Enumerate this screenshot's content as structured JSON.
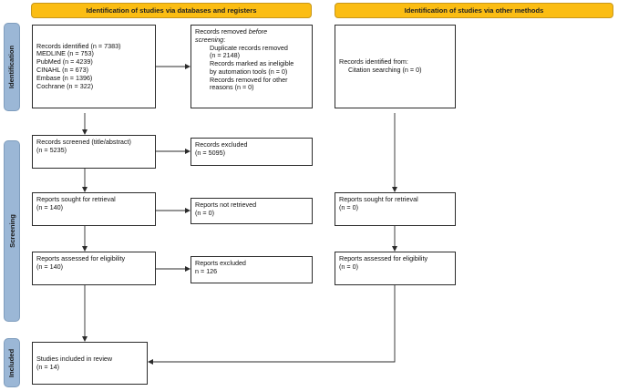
{
  "headers": {
    "databases": "Identification of studies via databases and registers",
    "other": "Identification of studies via other methods"
  },
  "phases": {
    "identification": "Identification",
    "screening": "Screening",
    "included": "Included"
  },
  "boxes": {
    "identified": {
      "lines": [
        "Records identified (n = 7383)",
        "MEDLINE (n = 753)",
        "PubMed (n = 4239)",
        "CINAHL (n = 673)",
        "Embase (n = 1396)",
        "Cochrane (n = 322)"
      ]
    },
    "removed": {
      "line1": "Records removed ",
      "line1_italic": "before",
      "line2_italic": "screening",
      "line2_tail": ":",
      "sub": [
        "Duplicate records removed",
        "(n = 2148)",
        "Records marked as ineligible",
        "by automation tools (n = 0)",
        "Records removed for other",
        "reasons (n = 0)"
      ]
    },
    "other_identified": {
      "lines": [
        "Records identified from:",
        "Citation searching (n = 0)"
      ]
    },
    "screened": {
      "lines": [
        "Records screened (title/abstract)",
        "(n = 5235)"
      ]
    },
    "excluded": {
      "lines": [
        "Records excluded",
        "(n = 5095)"
      ]
    },
    "sought": {
      "lines": [
        "Reports sought for retrieval",
        "(n = 140)"
      ]
    },
    "not_retrieved": {
      "lines": [
        "Reports not retrieved",
        "(n = 0)"
      ]
    },
    "other_sought": {
      "lines": [
        "Reports sought for retrieval",
        "(n = 0)"
      ]
    },
    "assessed": {
      "lines": [
        "Reports assessed for eligibility",
        "(n = 140)"
      ]
    },
    "reports_excluded": {
      "lines": [
        "Reports excluded",
        "n = 126"
      ]
    },
    "other_assessed": {
      "lines": [
        "Reports assessed for eligibility",
        "(n = 0)"
      ]
    },
    "included": {
      "lines": [
        "Studies included in review",
        "(n = 14)"
      ]
    }
  },
  "colors": {
    "header_fill": "#fbbd13",
    "phase_fill": "#9bb7d6",
    "line": "#2b2b2b"
  }
}
